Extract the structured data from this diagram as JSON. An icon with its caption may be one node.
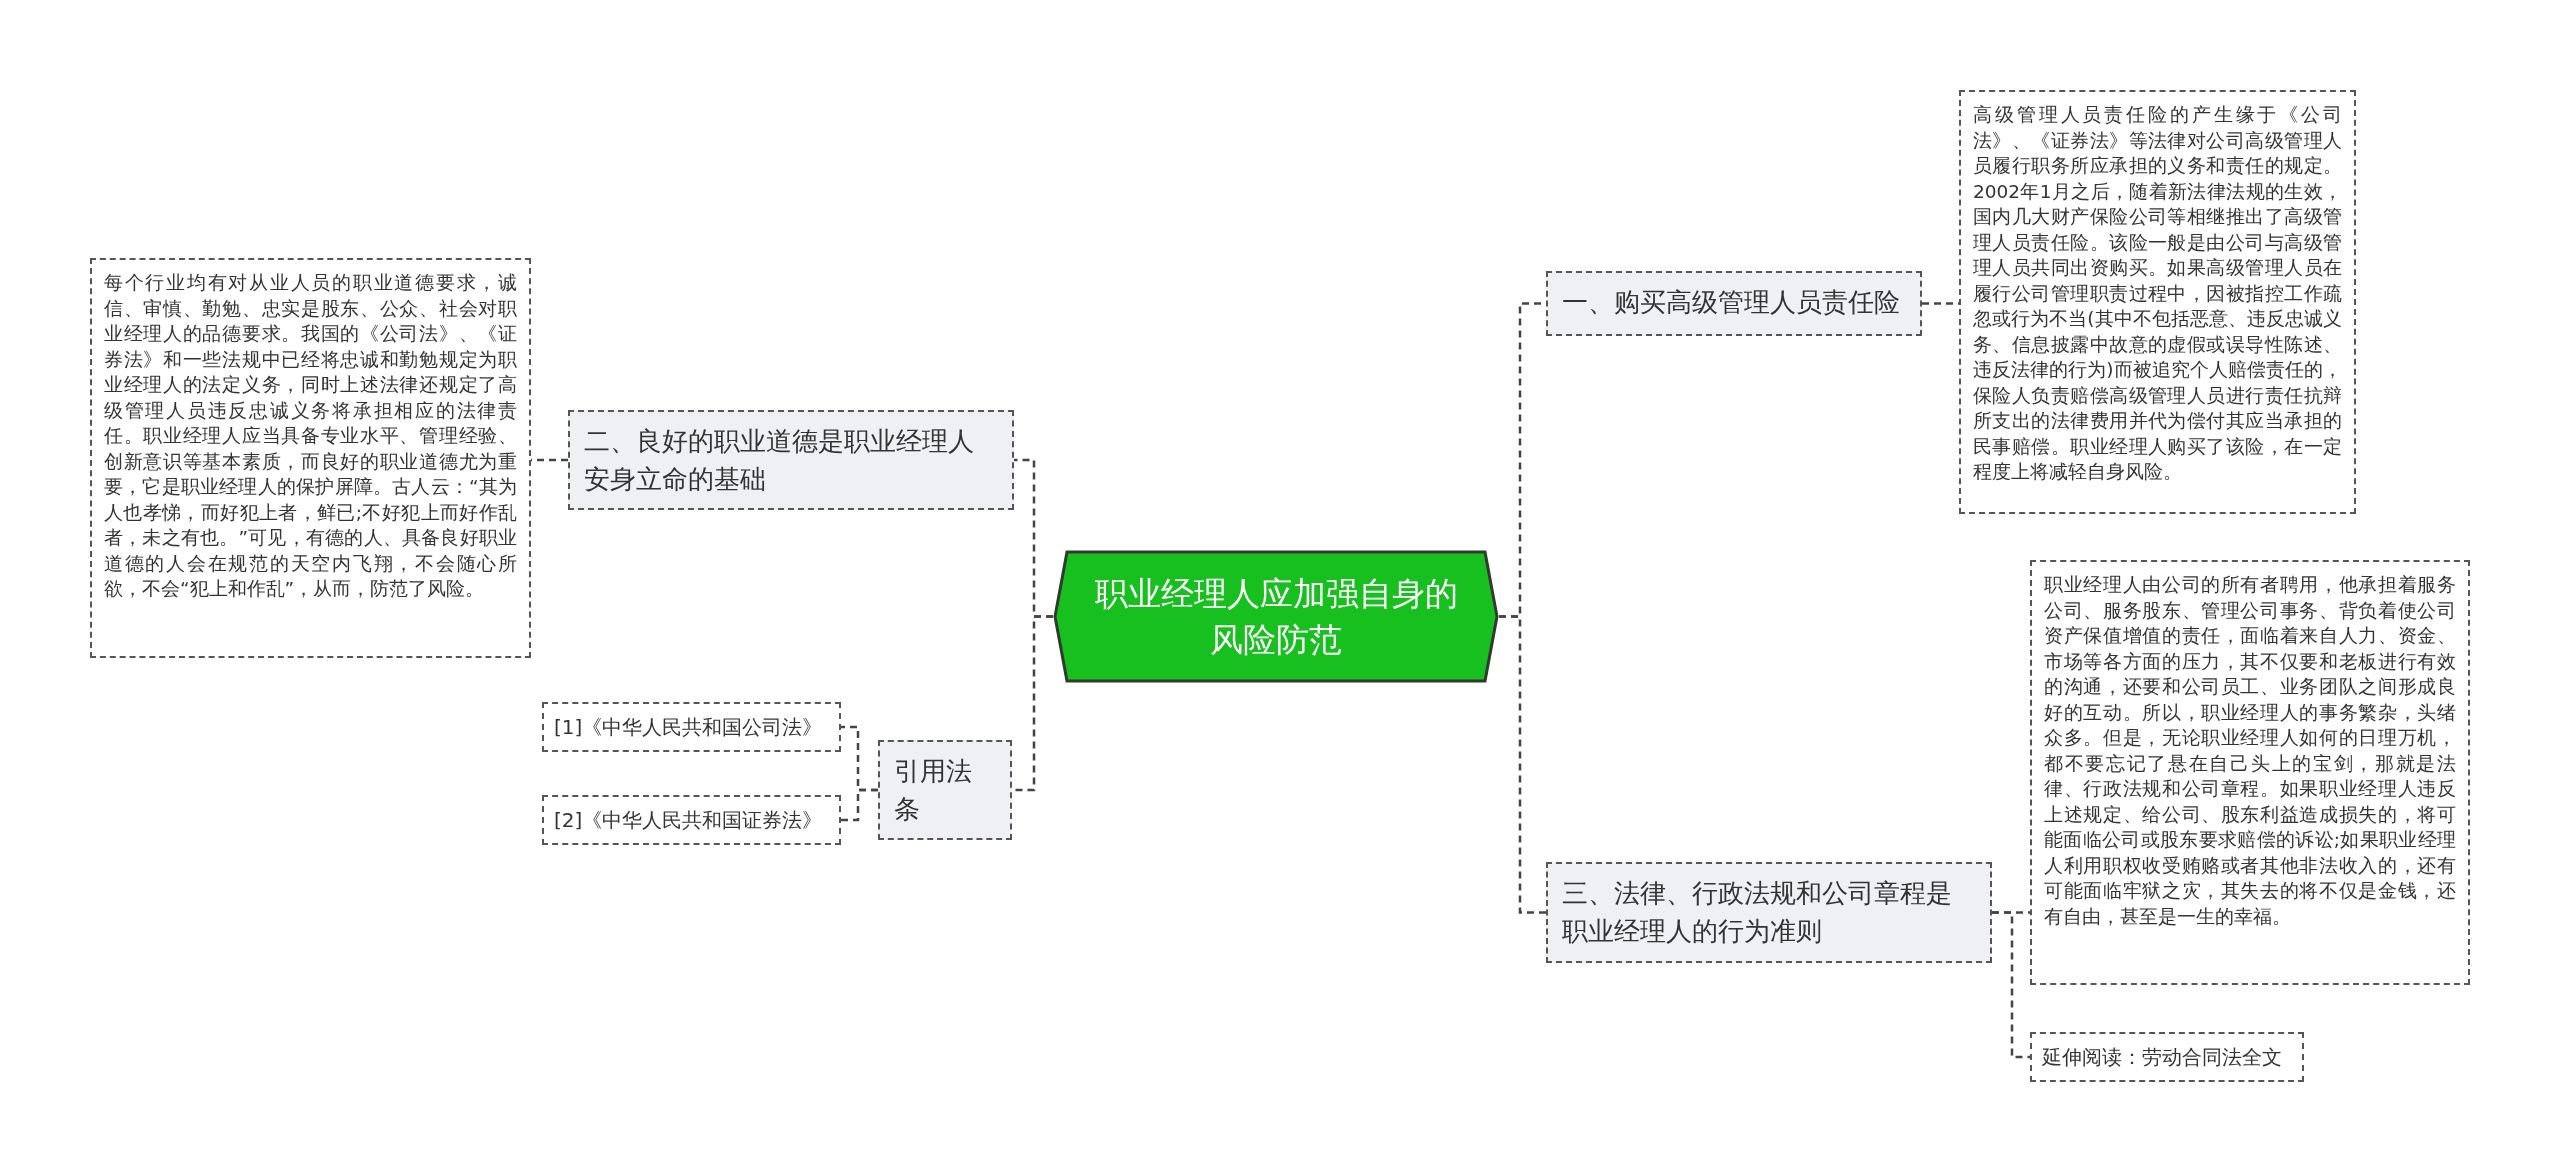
{
  "diagram": {
    "nodes": [
      {
        "text": [
          "职业经理人应加强自身的风险防范"
        ]
      },
      {
        "text": [
          "一、购买高级管理人员责任险"
        ]
      },
      {
        "text": [
          "高级管理人员责任险的产生缘于《公司法》、《证券法》等法律对公司高级管理人员履行职务所应承担的义务和责任的规定。2002年1月之后，随着新法律法规的生效，国内几大财产保险公司等相继推出了高级管理人员责任险。该险一般是由公司与高级管理人员共同出资购买。如果高级管理人员在履行公司管理职责过程中，因被指控工作疏忽或行为不当(其中不包括恶意、违反忠诚义务、信息披露中故意的虚假或误导性陈述、违反法律的行为)而被追究个人赔偿责任的，保险人负责赔偿高级管理人员进行责任抗辩所支出的法律费用并代为偿付其应当承担的民事赔偿。职业经理人购买了该险，在一定程度上将减轻自身风险。"
        ]
      },
      {
        "text": [
          "三、法律、行政法规和公司章程是职业经理人的行为准则"
        ]
      },
      {
        "text": [
          "职业经理人由公司的所有者聘用，他承担着服务公司、服务股东、管理公司事务、背负着使公司资产保值增值的责任，面临着来自人力、资金、市场等各方面的压力，其不仅要和老板进行有效的沟通，还要和公司员工、业务团队之间形成良好的互动。所以，职业经理人的事务繁杂，头绪众多。但是，无论职业经理人如何的日理万机，都不要忘记了悬在自己头上的宝剑，那就是法律、行政法规和公司章程。如果职业经理人违反上述规定、给公司、股东利益造成损失的，将可能面临公司或股东要求赔偿的诉讼;如果职业经理人利用职权收受贿赂或者其他非法收入的，还有可能面临牢狱之灾，其失去的将不仅是金钱，还有自由，甚至是一生的幸福。"
        ]
      },
      {
        "text": [
          "延伸阅读：劳动合同法全文"
        ]
      },
      {
        "text": [
          "二、良好的职业道德是职业经理人安身立命的基础"
        ]
      },
      {
        "text": [
          "每个行业均有对从业人员的职业道德要求，诚信、审慎、勤勉、忠实是股东、公众、社会对职业经理人的品德要求。我国的《公司法》、《证券法》和一些法规中已经将忠诚和勤勉规定为职业经理人的法定义务，同时上述法律还规定了高级管理人员违反忠诚义务将承担相应的法律责任。职业经理人应当具备专业水平、管理经验、创新意识等基本素质，而良好的职业道德尤为重要，它是职业经理人的保护屏障。古人云：“其为人也孝悌，而好犯上者，鲜已;不好犯上而好作乱者，未之有也。”可见，有德的人、具备良好职业道德的人会在规范的天空内飞翔，不会随心所欲，不会“犯上和作乱”，从而，防范了风险。"
        ]
      },
      {
        "text": [
          "引用法条"
        ]
      },
      {
        "text": [
          "[1]《中华人民共和国公司法》"
        ]
      },
      {
        "text": [
          "[2]《中华人民共和国证券法》"
        ]
      }
    ],
    "edges": [
      {
        "from": 0,
        "to": 1,
        "arrow": "none"
      },
      {
        "from": 1,
        "to": 2,
        "arrow": "none"
      },
      {
        "from": 0,
        "to": 3,
        "arrow": "none"
      },
      {
        "from": 3,
        "to": 4,
        "arrow": "none"
      },
      {
        "from": 3,
        "to": 5,
        "arrow": "none"
      },
      {
        "from": 0,
        "to": 6,
        "arrow": "none"
      },
      {
        "from": 6,
        "to": 7,
        "arrow": "none"
      },
      {
        "from": 0,
        "to": 8,
        "arrow": "none"
      },
      {
        "from": 8,
        "to": 9,
        "arrow": "none"
      },
      {
        "from": 8,
        "to": 10,
        "arrow": "none"
      }
    ]
  }
}
